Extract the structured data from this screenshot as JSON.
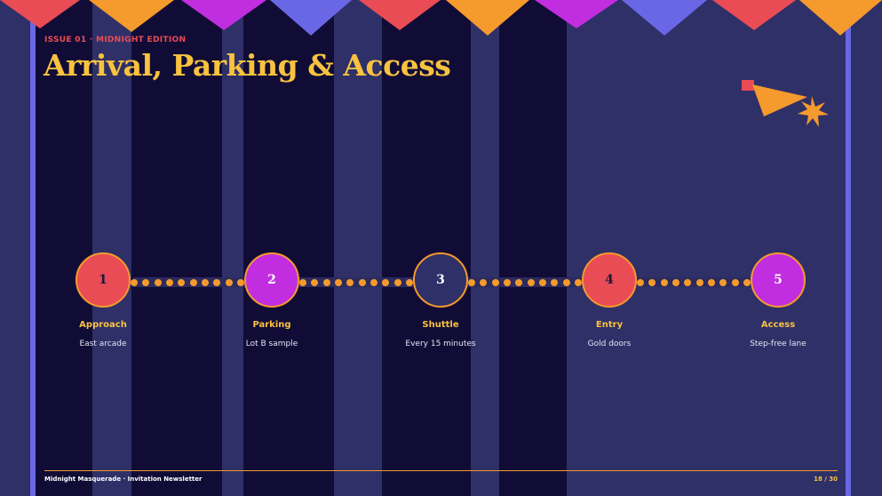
{
  "kicker": "ISSUE 01 · MIDNIGHT EDITION",
  "title": "Arrival, Parking & Access",
  "steps": [
    {
      "num": "1",
      "label": "Approach",
      "sub": "East arcade",
      "color": "#e94c54",
      "text_color": "#1b1540"
    },
    {
      "num": "2",
      "label": "Parking",
      "sub": "Lot B sample",
      "color": "#c12ee0",
      "text_color": "#ffffff"
    },
    {
      "num": "3",
      "label": "Shuttle",
      "sub": "Every 15 minutes",
      "color": "#2f3068",
      "text_color": "#ffffff"
    },
    {
      "num": "4",
      "label": "Entry",
      "sub": "Gold doors",
      "color": "#e94c54",
      "text_color": "#1b1540"
    },
    {
      "num": "5",
      "label": "Access",
      "sub": "Step-free lane",
      "color": "#c12ee0",
      "text_color": "#ffffff"
    }
  ],
  "footer": {
    "left": "Midnight Masquerade · Invitation Newsletter",
    "right": "18 / 30"
  },
  "colors": {
    "background": "#2f3068",
    "panel": "#110c36",
    "accent_gold": "#f9c23f",
    "accent_orange": "#f59a2c",
    "accent_red": "#e94c54",
    "accent_magenta": "#c12ee0",
    "accent_blue": "#6a67e6"
  }
}
